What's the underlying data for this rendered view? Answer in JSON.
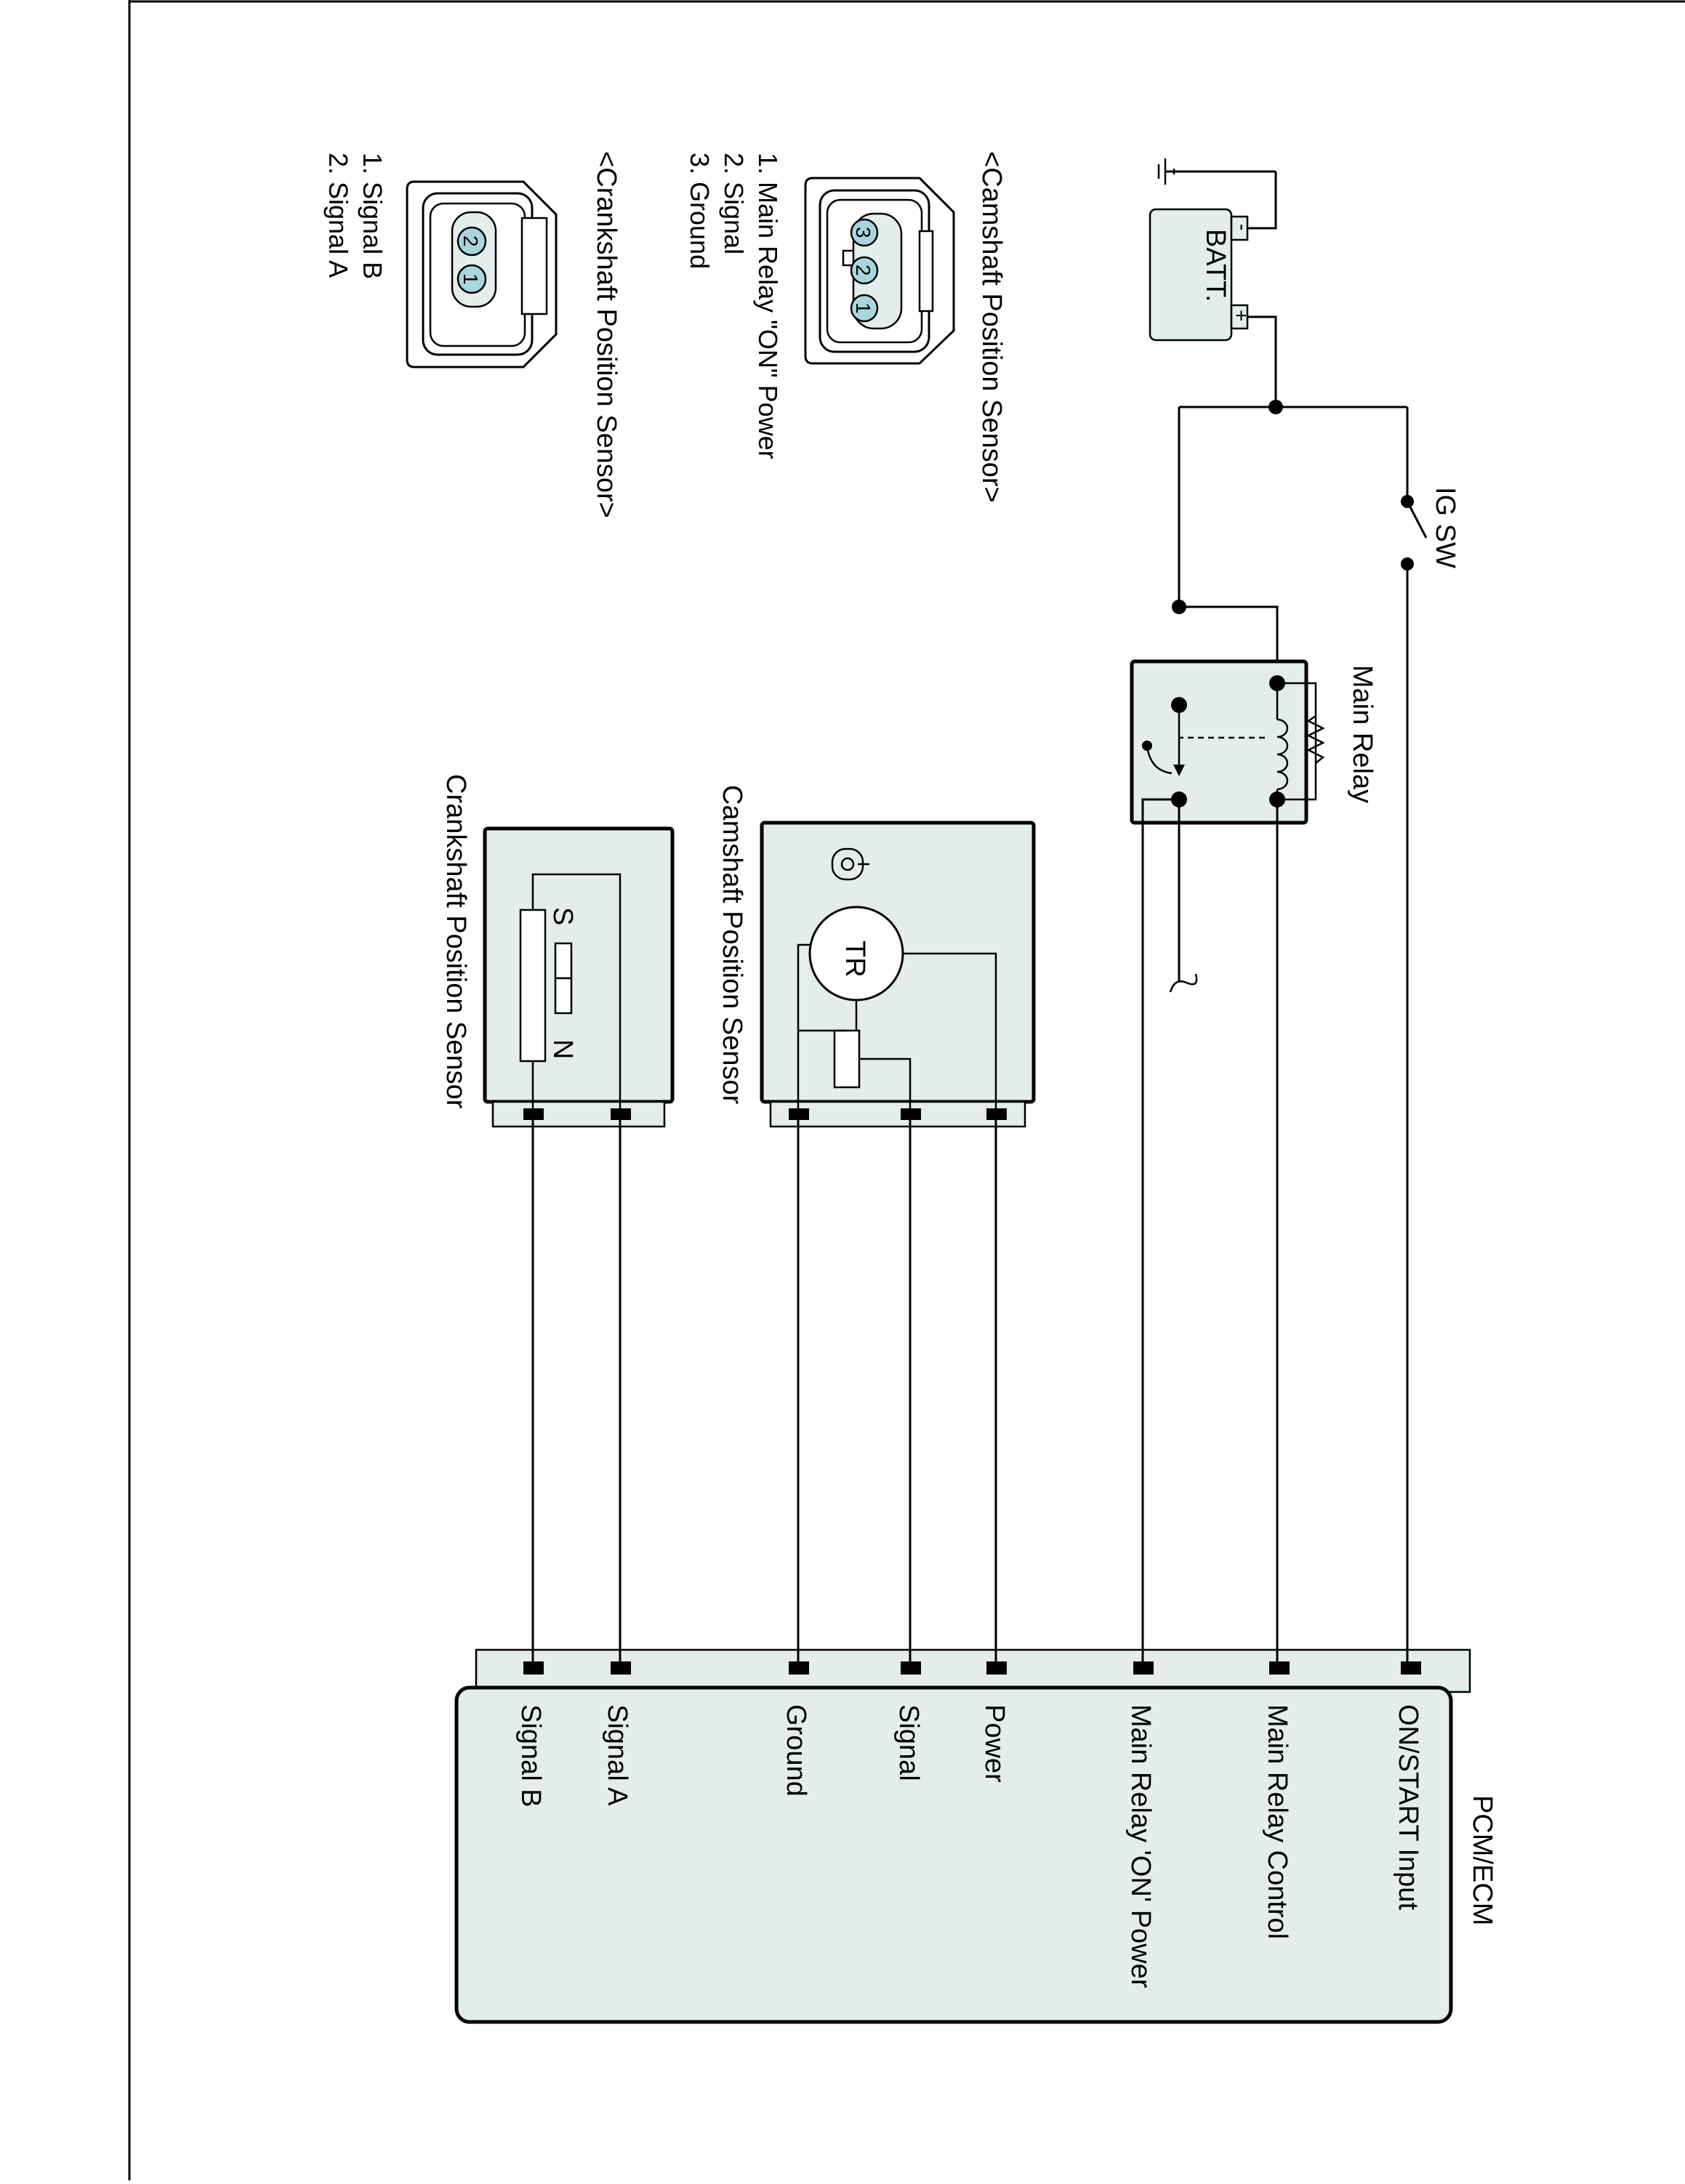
{
  "pcm": {
    "title": "PCM/ECM",
    "pins": [
      "ON/START Input",
      "Main Relay Control",
      "Main Relay 'ON' Power",
      "Power",
      "Signal",
      "Ground",
      "Signal A",
      "Signal B"
    ]
  },
  "power": {
    "battery": "BATT.",
    "minus": "-",
    "plus": "+",
    "ig_switch": "IG SW",
    "main_relay": "Main Relay"
  },
  "camshaft_sensor": {
    "label": "Camshaft Position Sensor",
    "transistor": "TR"
  },
  "crankshaft_sensor": {
    "label": "Crankshaft Position Sensor",
    "magnet_s": "S",
    "magnet_n": "N"
  },
  "camshaft_connector": {
    "title": "<Camshaft Position Sensor>",
    "pins": [
      "3",
      "2",
      "1"
    ],
    "legend": [
      "1. Main Relay \"ON\" Power",
      "2. Signal",
      "3. Ground"
    ]
  },
  "crankshaft_connector": {
    "title": "<Crankshaft Position Sensor>",
    "pins": [
      "2",
      "1"
    ],
    "legend": [
      "1. Signal B",
      "2. Signal A"
    ]
  }
}
